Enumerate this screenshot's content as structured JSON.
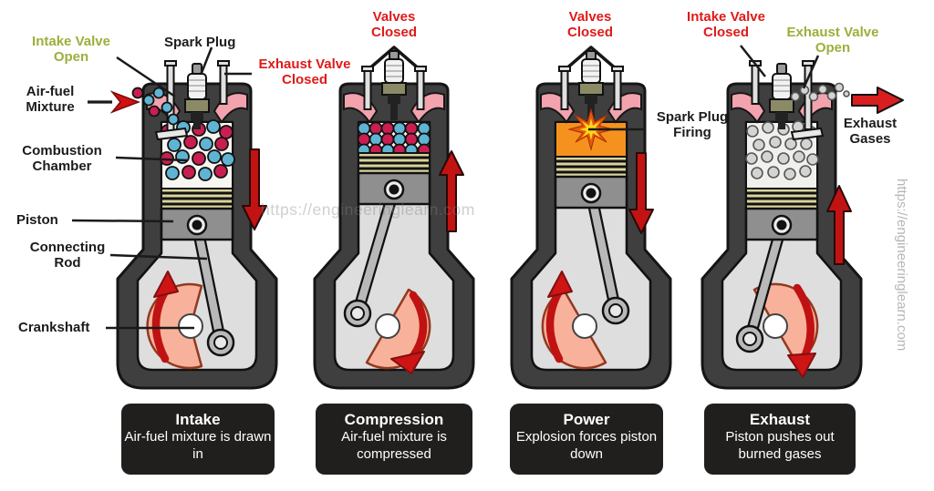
{
  "stages": [
    {
      "name": "Intake",
      "description": "Air-fuel mixture is drawn in"
    },
    {
      "name": "Compression",
      "description": "Air-fuel mixture is compressed"
    },
    {
      "name": "Power",
      "description": "Explosion forces piston down"
    },
    {
      "name": "Exhaust",
      "description": "Piston pushes out burned gases"
    }
  ],
  "annotations": {
    "intake_valve_open": "Intake Valve Open",
    "spark_plug": "Spark Plug",
    "exhaust_valve_closed": "Exhaust Valve Closed",
    "air_fuel_mixture": "Air-fuel Mixture",
    "combustion_chamber": "Combustion Chamber",
    "piston": "Piston",
    "connecting_rod": "Connecting Rod",
    "crankshaft": "Crankshaft",
    "valves_closed_compression": "Valves Closed",
    "valves_closed_power": "Valves Closed",
    "spark_plug_firing": "Spark Plug Firing",
    "intake_valve_closed": "Intake Valve Closed",
    "exhaust_valve_open": "Exhaust Valve Open",
    "exhaust_gases": "Exhaust Gases"
  },
  "watermarks": {
    "horizontal": "https://engineeringlearn.com",
    "vertical": "https://engineeringlearn.com"
  },
  "colors": {
    "label_red": "#df1a1a",
    "label_olive": "#9dae3a",
    "engine_body_gray": "#3f3f3f",
    "port_pink": "#f2a3ad",
    "mixture_red_dot": "#c81f50",
    "mixture_blue_dot": "#5fb4d4",
    "burned_gas_dot": "#d4d4d4",
    "combustion_orange": "#f5921e",
    "arrow_red": "#c21313",
    "crank_weight_pink": "#f8b29b",
    "caption_bg": "#211f1d",
    "caption_text": "#ffffff"
  }
}
